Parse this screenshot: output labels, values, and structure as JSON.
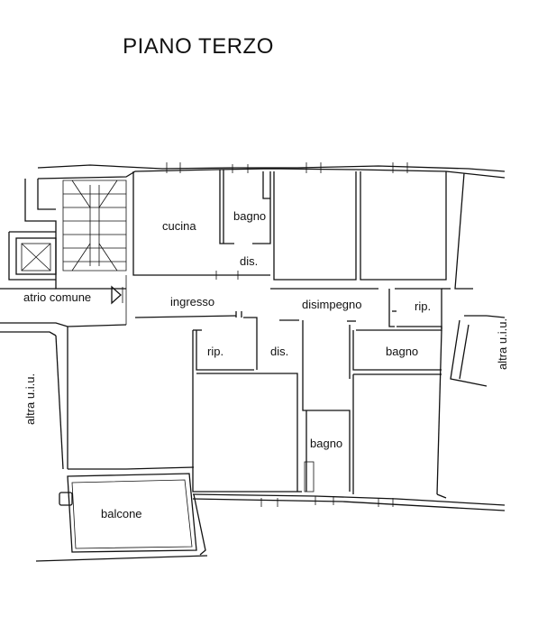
{
  "title": "PIANO TERZO",
  "rooms": {
    "cucina": "cucina",
    "bagno_1": "bagno",
    "dis_1": "dis.",
    "atrio": "atrio comune",
    "ingresso": "ingresso",
    "disimpegno": "disimpegno",
    "rip_1": "rip.",
    "rip_2": "rip.",
    "dis_2": "dis.",
    "bagno_2": "bagno",
    "bagno_3": "bagno",
    "balcone": "balcone",
    "altra_left": "altra u.i.u.",
    "altra_right": "altra u.i.u."
  }
}
